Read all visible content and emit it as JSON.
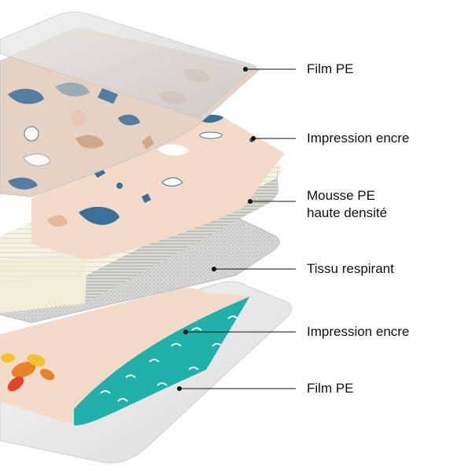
{
  "layers": [
    {
      "id": "top-film",
      "label_lines": [
        "Film PE"
      ],
      "color": "#d9d9d9"
    },
    {
      "id": "top-print",
      "label_lines": [
        "Impression encre"
      ],
      "color": "#f4d9c6"
    },
    {
      "id": "foam",
      "label_lines": [
        "Mousse PE",
        "haute densité"
      ],
      "color": "#f6f2dc"
    },
    {
      "id": "fabric",
      "label_lines": [
        "Tissu respirant"
      ],
      "color": "#d6d6d6"
    },
    {
      "id": "bottom-print",
      "label_lines": [
        "Impression encre"
      ],
      "color": "#1fb0aa"
    },
    {
      "id": "bottom-film",
      "label_lines": [
        "Film PE"
      ],
      "color": "#e8e8e8"
    }
  ],
  "colors": {
    "leader_line": "#111111",
    "print_blue": "#3a6f9a",
    "print_teal": "#1fb0aa",
    "print_tan": "#c9a27e",
    "print_orange": "#e8832b",
    "print_yellow": "#f2c12e",
    "print_red": "#e0452f"
  }
}
